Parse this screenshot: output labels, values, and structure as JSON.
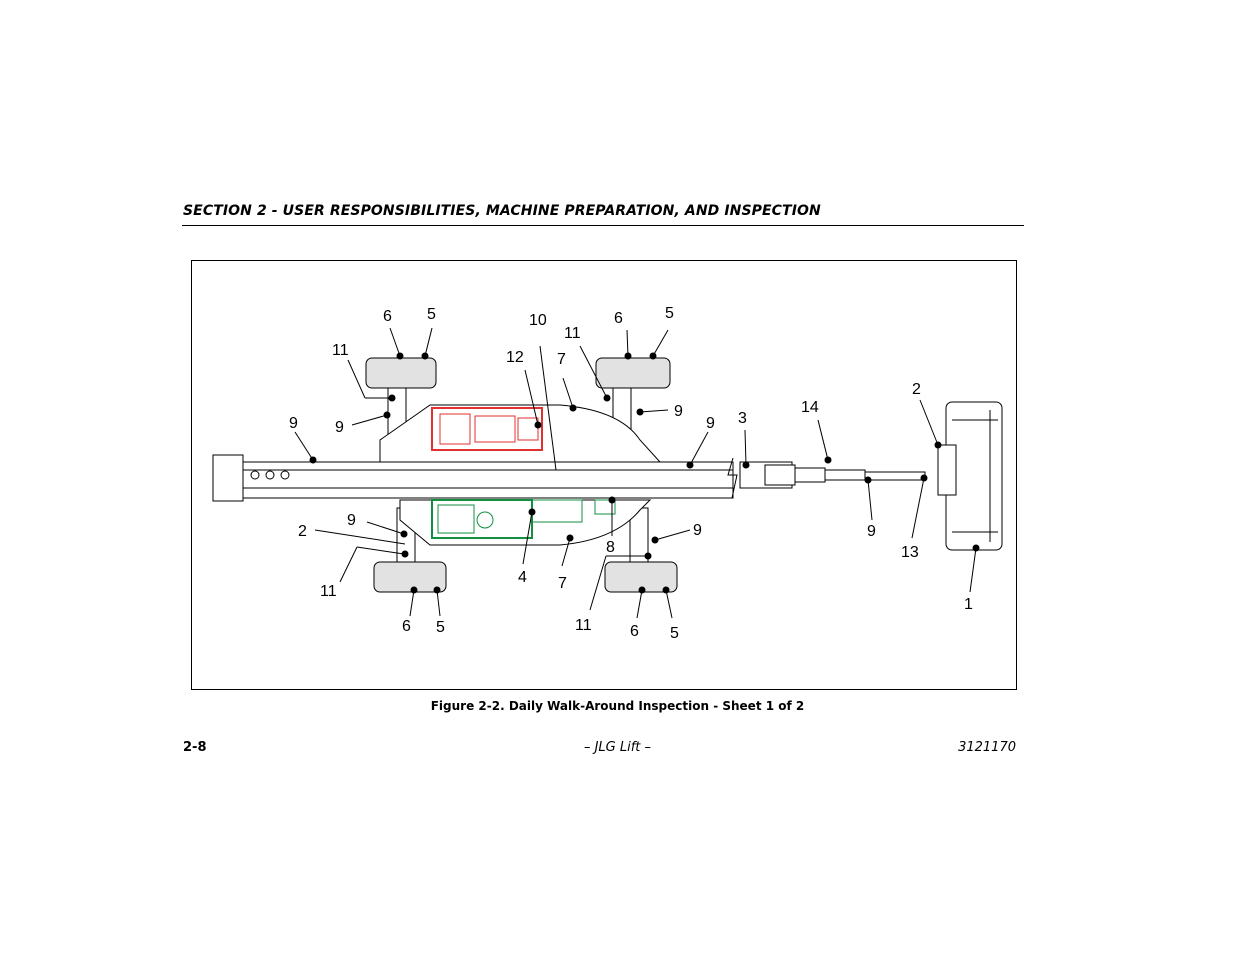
{
  "header": {
    "section_title": "SECTION 2 - USER RESPONSIBILITIES, MACHINE PREPARATION, AND INSPECTION"
  },
  "figure": {
    "caption": "Figure 2-2. Daily Walk-Around Inspection - Sheet 1 of 2",
    "callouts": [
      "6",
      "5",
      "11",
      "9",
      "9",
      "2",
      "9",
      "11",
      "6",
      "5",
      "10",
      "12",
      "7",
      "11",
      "6",
      "5",
      "9",
      "9",
      "3",
      "14",
      "2",
      "4",
      "7",
      "8",
      "9",
      "11",
      "6",
      "5",
      "9",
      "13",
      "1"
    ],
    "colors": {
      "engine": "#e03030",
      "hydraulic": "#109040"
    }
  },
  "footer": {
    "page_number": "2-8",
    "center_text": "– JLG Lift –",
    "doc_number": "3121170"
  }
}
